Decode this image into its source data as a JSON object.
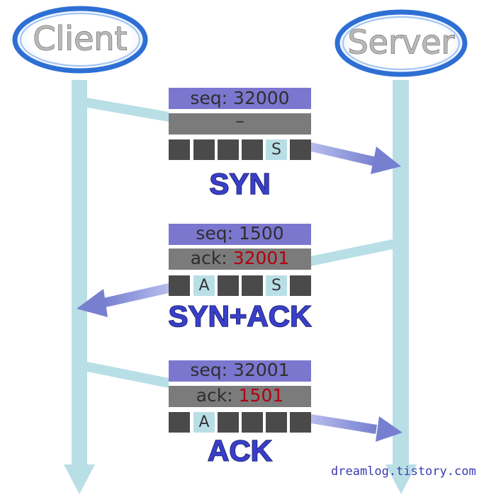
{
  "nodes": {
    "client": "Client",
    "server": "Server"
  },
  "messages": [
    {
      "label": "SYN",
      "direction": "client-to-server",
      "seq_text": "seq: 32000",
      "ack_prefix": "",
      "ack_value": "",
      "ack_placeholder": "–",
      "flags": [
        "",
        "",
        "",
        "",
        "S",
        ""
      ]
    },
    {
      "label": "SYN+ACK",
      "direction": "server-to-client",
      "seq_text": "seq: 1500",
      "ack_prefix": "ack: ",
      "ack_value": "32001",
      "ack_placeholder": "",
      "flags": [
        "",
        "A",
        "",
        "",
        "S",
        ""
      ]
    },
    {
      "label": "ACK",
      "direction": "client-to-server",
      "seq_text": "seq: 32001",
      "ack_prefix": "ack: ",
      "ack_value": "1501",
      "ack_placeholder": "",
      "flags": [
        "",
        "A",
        "",
        "",
        "",
        ""
      ]
    }
  ],
  "watermark": "dreamlog.tistory.com",
  "colors": {
    "lifeline": "#b9dfe6",
    "seq_bar": "#7b77cf",
    "ack_bar": "#7b7b7b",
    "flag_off": "#4a4a4a",
    "flag_on": "#b9dfe6",
    "arrow": "#7f86d4",
    "highlight_number": "#b3000f",
    "label": "#3a3fc9"
  }
}
